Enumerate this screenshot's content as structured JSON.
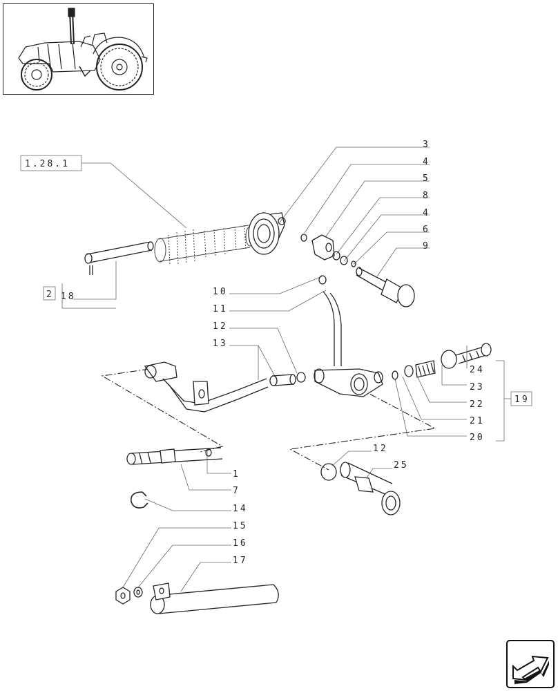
{
  "refs": {
    "r1281": "1.28.1",
    "r2": "2",
    "r18": "18",
    "r19": "19"
  },
  "callouts": {
    "c3": "3",
    "c4a": "4",
    "c5": "5",
    "c8": "8",
    "c4b": "4",
    "c6": "6",
    "c9": "9",
    "c10": "10",
    "c11": "11",
    "c12a": "12",
    "c13": "13",
    "c24": "24",
    "c23": "23",
    "c22": "22",
    "c21": "21",
    "c20": "20",
    "c12b": "12",
    "c25": "25",
    "c1": "1",
    "c7": "7",
    "c14": "14",
    "c15": "15",
    "c16": "16",
    "c17": "17"
  },
  "icons": {
    "thumbnail": "tractor-overview-icon",
    "navigation": "next-page-arrow-icon"
  }
}
